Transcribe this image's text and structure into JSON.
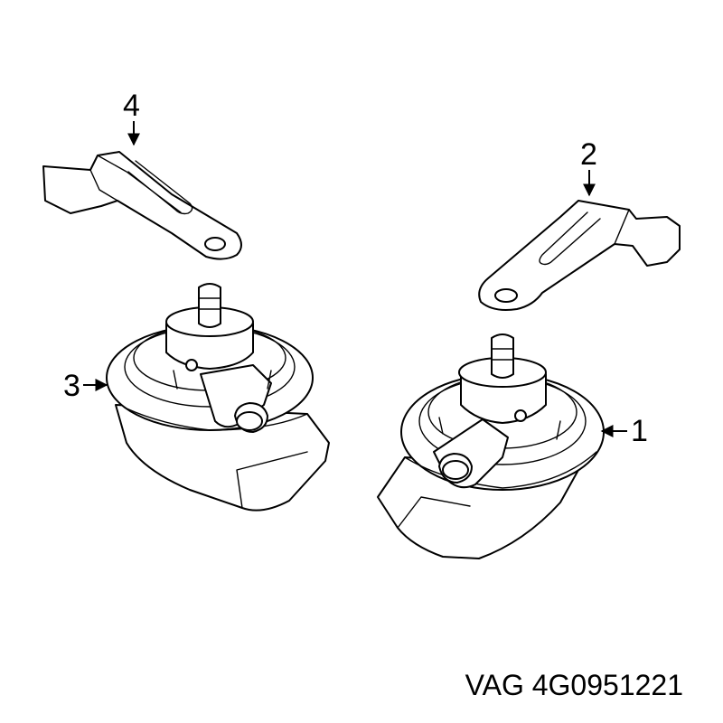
{
  "diagram": {
    "callouts": [
      {
        "id": "1",
        "label": "1"
      },
      {
        "id": "2",
        "label": "2"
      },
      {
        "id": "3",
        "label": "3"
      },
      {
        "id": "4",
        "label": "4"
      }
    ],
    "caption": "VAG 4G0951221",
    "line_color": "#000000",
    "background_color": "#ffffff"
  }
}
